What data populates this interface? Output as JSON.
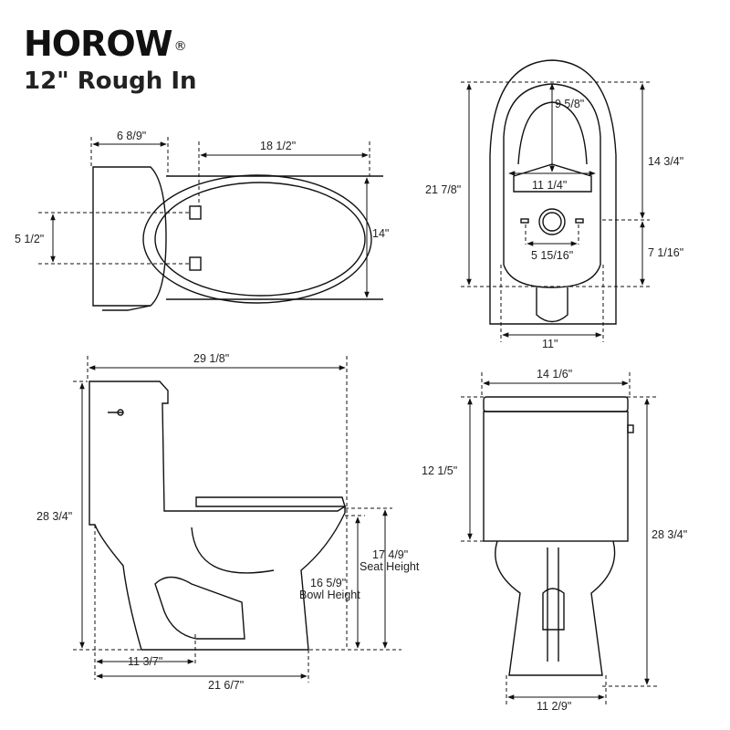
{
  "brand": {
    "name": "HOROW",
    "registered": "®"
  },
  "subtitle": "12\" Rough In",
  "views": {
    "top": {
      "tank_depth": "6 8/9\"",
      "seat_length": "18 1/2\"",
      "seat_width": "14\"",
      "bolt_spacing": "5 1/2\""
    },
    "bottom": {
      "overall_length": "21 7/8\"",
      "front_to_outlet": "9 5/8\"",
      "flange_width": "11 1/4\"",
      "back_to_outlet": "14 3/4\"",
      "outlet_to_rear": "7 1/16\"",
      "bolt_spacing": "5 15/16\"",
      "base_width": "11\""
    },
    "side": {
      "overall_depth": "29 1/8\"",
      "height": "28 3/4\"",
      "seat_height_value": "17 4/9\"",
      "seat_height_label": "Seat Height",
      "bowl_height_value": "16 5/9\"",
      "bowl_height_label": "Bowl Height",
      "rough_in": "11 3/7\"",
      "base_length": "21 6/7\""
    },
    "back": {
      "tank_width": "14 1/6\"",
      "tank_height": "12 1/5\"",
      "height": "28 3/4\"",
      "base_width": "11 2/9\""
    }
  }
}
